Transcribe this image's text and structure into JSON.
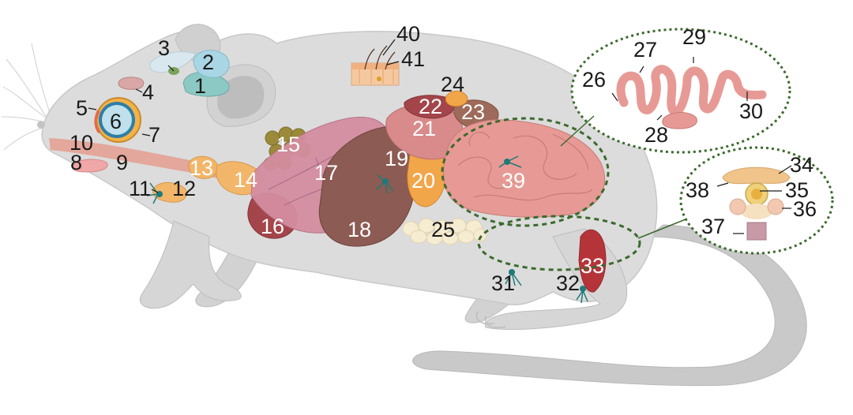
{
  "colors": {
    "body": "#dcdcdc",
    "body_outline": "#c8c8c8",
    "tail": "#c9c9c9",
    "ear_inner": "#bdbdbd",
    "intestine": "#e79a95",
    "liver": "#8c5b53",
    "stomach": "#d48da0",
    "spleen": "#a5454a",
    "kidney": "#a3505a",
    "lymph": "#f2a64a",
    "fat": "#f5ecd2",
    "brown_fat": "#9a8a3a",
    "muscle": "#b5343a",
    "nerve": "#1f7a78",
    "dotted_circle": "#3c6a2e",
    "skin": "#f5c9a0",
    "brain": "#9fd0d4",
    "bladder": "#e8b6a8"
  },
  "labels": {
    "l1": "1",
    "l2": "2",
    "l3": "3",
    "l4": "4",
    "l5": "5",
    "l6": "6",
    "l7": "7",
    "l8": "8",
    "l9": "9",
    "l10": "10",
    "l11": "11",
    "l12": "12",
    "l13": "13",
    "l14": "14",
    "l15": "15",
    "l16": "16",
    "l17": "17",
    "l18": "18",
    "l19": "19",
    "l20": "20",
    "l21": "21",
    "l22": "22",
    "l23": "23",
    "l24": "24",
    "l25": "25",
    "l26": "26",
    "l27": "27",
    "l28": "28",
    "l29": "29",
    "l30": "30",
    "l31": "31",
    "l32": "32",
    "l33": "33",
    "l34": "34",
    "l35": "35",
    "l36": "36",
    "l37": "37",
    "l38": "38",
    "l39": "39",
    "l40": "40",
    "l41": "41"
  }
}
